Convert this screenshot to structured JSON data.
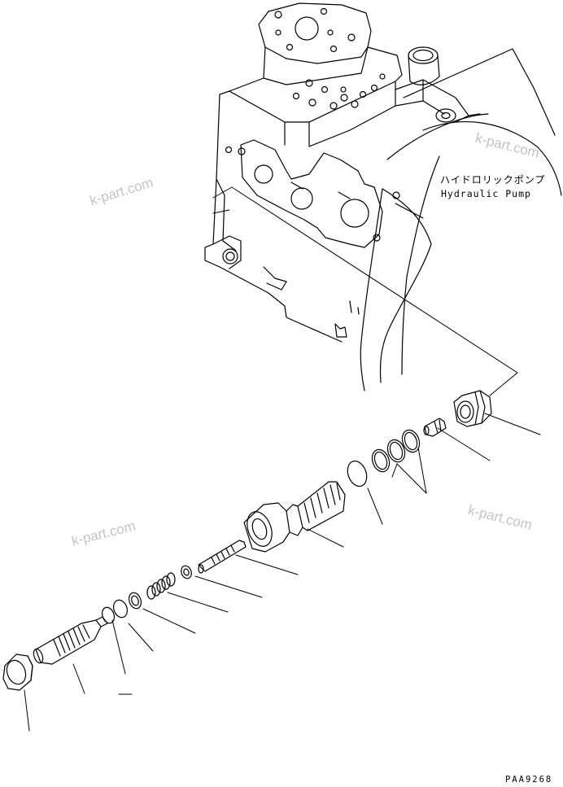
{
  "labels": {
    "part_name_jp": "ハイドロリックポンプ",
    "part_name_en": "Hydraulic Pump",
    "drawing_number": "PAA9268"
  },
  "watermark": "k-part.com",
  "colors": {
    "line": "#000000",
    "watermark": "#c4c4c4",
    "background": "#ffffff"
  }
}
